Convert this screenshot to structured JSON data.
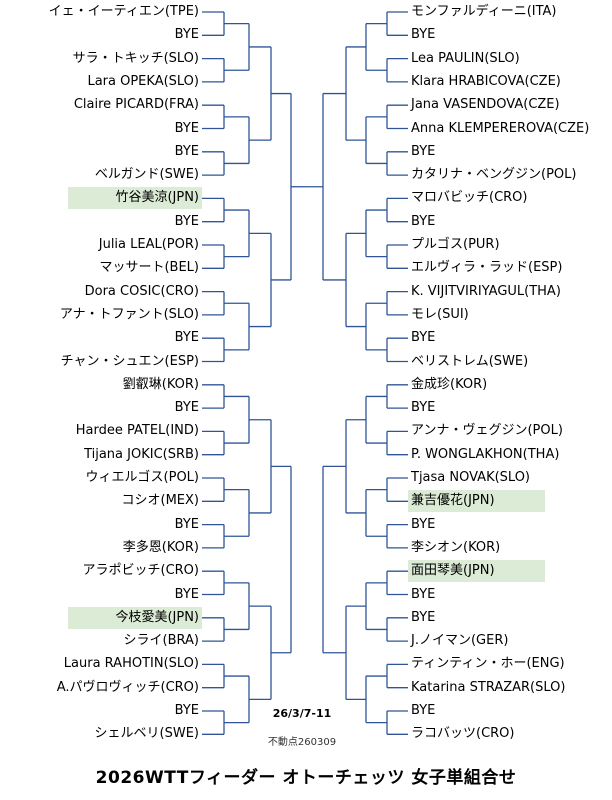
{
  "title": "2026WTTフィーダー オトーチェッツ 女子単組合せ",
  "date": "26/3/7-11",
  "note": "不動点260309",
  "colors": {
    "line": "#2f5597",
    "highlight": "#dcebd6"
  },
  "left": [
    {
      "name": "イェ・イーティエン(TPE)",
      "hl": false
    },
    {
      "name": "BYE",
      "hl": false
    },
    {
      "name": "サラ・トキッチ(SLO)",
      "hl": false
    },
    {
      "name": "Lara OPEKA(SLO)",
      "hl": false
    },
    {
      "name": "Claire PICARD(FRA)",
      "hl": false
    },
    {
      "name": "BYE",
      "hl": false
    },
    {
      "name": "BYE",
      "hl": false
    },
    {
      "name": "ベルガンド(SWE)",
      "hl": false
    },
    {
      "name": "竹谷美涼(JPN)",
      "hl": true
    },
    {
      "name": "BYE",
      "hl": false
    },
    {
      "name": "Julia LEAL(POR)",
      "hl": false
    },
    {
      "name": "マッサート(BEL)",
      "hl": false
    },
    {
      "name": "Dora COSIC(CRO)",
      "hl": false
    },
    {
      "name": "アナ・トファント(SLO)",
      "hl": false
    },
    {
      "name": "BYE",
      "hl": false
    },
    {
      "name": "チャン・シュエン(ESP)",
      "hl": false
    },
    {
      "name": "劉叡琳(KOR)",
      "hl": false
    },
    {
      "name": "BYE",
      "hl": false
    },
    {
      "name": "Hardee PATEL(IND)",
      "hl": false
    },
    {
      "name": "Tijana JOKIC(SRB)",
      "hl": false
    },
    {
      "name": "ウィエルゴス(POL)",
      "hl": false
    },
    {
      "name": "コシオ(MEX)",
      "hl": false
    },
    {
      "name": "BYE",
      "hl": false
    },
    {
      "name": "李多恩(KOR)",
      "hl": false
    },
    {
      "name": "アラポビッチ(CRO)",
      "hl": false
    },
    {
      "name": "BYE",
      "hl": false
    },
    {
      "name": "今枝愛美(JPN)",
      "hl": true
    },
    {
      "name": "シライ(BRA)",
      "hl": false
    },
    {
      "name": "Laura RAHOTIN(SLO)",
      "hl": false
    },
    {
      "name": "A.パヴロヴィッチ(CRO)",
      "hl": false
    },
    {
      "name": "BYE",
      "hl": false
    },
    {
      "name": "シェルベリ(SWE)",
      "hl": false
    }
  ],
  "right": [
    {
      "name": "モンファルディーニ(ITA)",
      "hl": false
    },
    {
      "name": "BYE",
      "hl": false
    },
    {
      "name": "Lea PAULIN(SLO)",
      "hl": false
    },
    {
      "name": "Klara HRABICOVA(CZE)",
      "hl": false
    },
    {
      "name": "Jana VASENDOVA(CZE)",
      "hl": false
    },
    {
      "name": "Anna KLEMPEREROVA(CZE)",
      "hl": false
    },
    {
      "name": "BYE",
      "hl": false
    },
    {
      "name": "カタリナ・ベングジン(POL)",
      "hl": false
    },
    {
      "name": "マロバビッチ(CRO)",
      "hl": false
    },
    {
      "name": "BYE",
      "hl": false
    },
    {
      "name": "プルゴス(PUR)",
      "hl": false
    },
    {
      "name": "エルヴィラ・ラッド(ESP)",
      "hl": false
    },
    {
      "name": "K. VIJITVIRIYAGUL(THA)",
      "hl": false
    },
    {
      "name": "モレ(SUI)",
      "hl": false
    },
    {
      "name": "BYE",
      "hl": false
    },
    {
      "name": "ベリストレム(SWE)",
      "hl": false
    },
    {
      "name": "金成珍(KOR)",
      "hl": false
    },
    {
      "name": "BYE",
      "hl": false
    },
    {
      "name": "アンナ・ヴェグジン(POL)",
      "hl": false
    },
    {
      "name": "P. WONGLAKHON(THA)",
      "hl": false
    },
    {
      "name": "Tjasa NOVAK(SLO)",
      "hl": false
    },
    {
      "name": "兼吉優花(JPN)",
      "hl": true
    },
    {
      "name": "BYE",
      "hl": false
    },
    {
      "name": "李シオン(KOR)",
      "hl": false
    },
    {
      "name": "面田琴美(JPN)",
      "hl": true
    },
    {
      "name": "BYE",
      "hl": false
    },
    {
      "name": "BYE",
      "hl": false
    },
    {
      "name": "J.ノイマン(GER)",
      "hl": false
    },
    {
      "name": "ティンティン・ホー(ENG)",
      "hl": false
    },
    {
      "name": "Katarina STRAZAR(SLO)",
      "hl": false
    },
    {
      "name": "BYE",
      "hl": false
    },
    {
      "name": "ラコバッツ(CRO)",
      "hl": false
    }
  ]
}
